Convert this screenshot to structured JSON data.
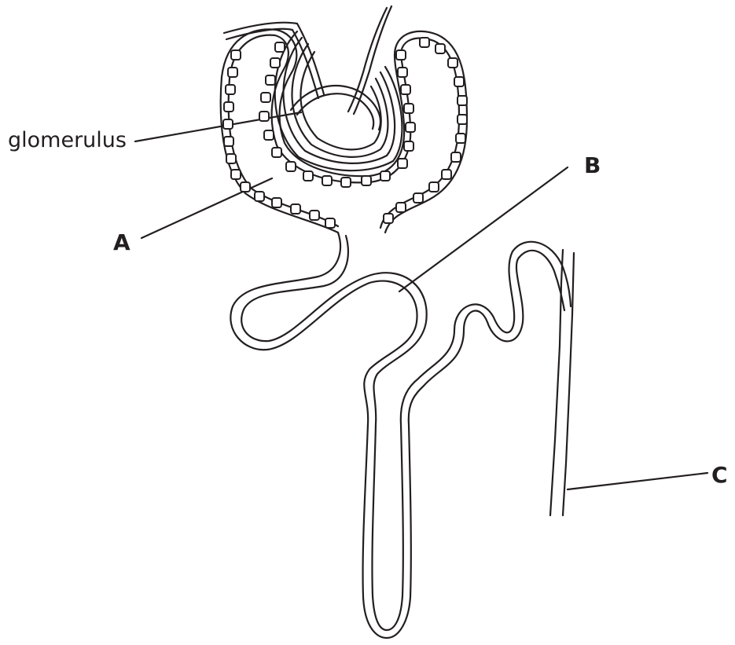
{
  "labels": {
    "glomerulus": "glomerulus",
    "a": "A",
    "b": "B",
    "c": "C"
  },
  "colors": {
    "line": "#231f20",
    "background": "#ffffff"
  }
}
